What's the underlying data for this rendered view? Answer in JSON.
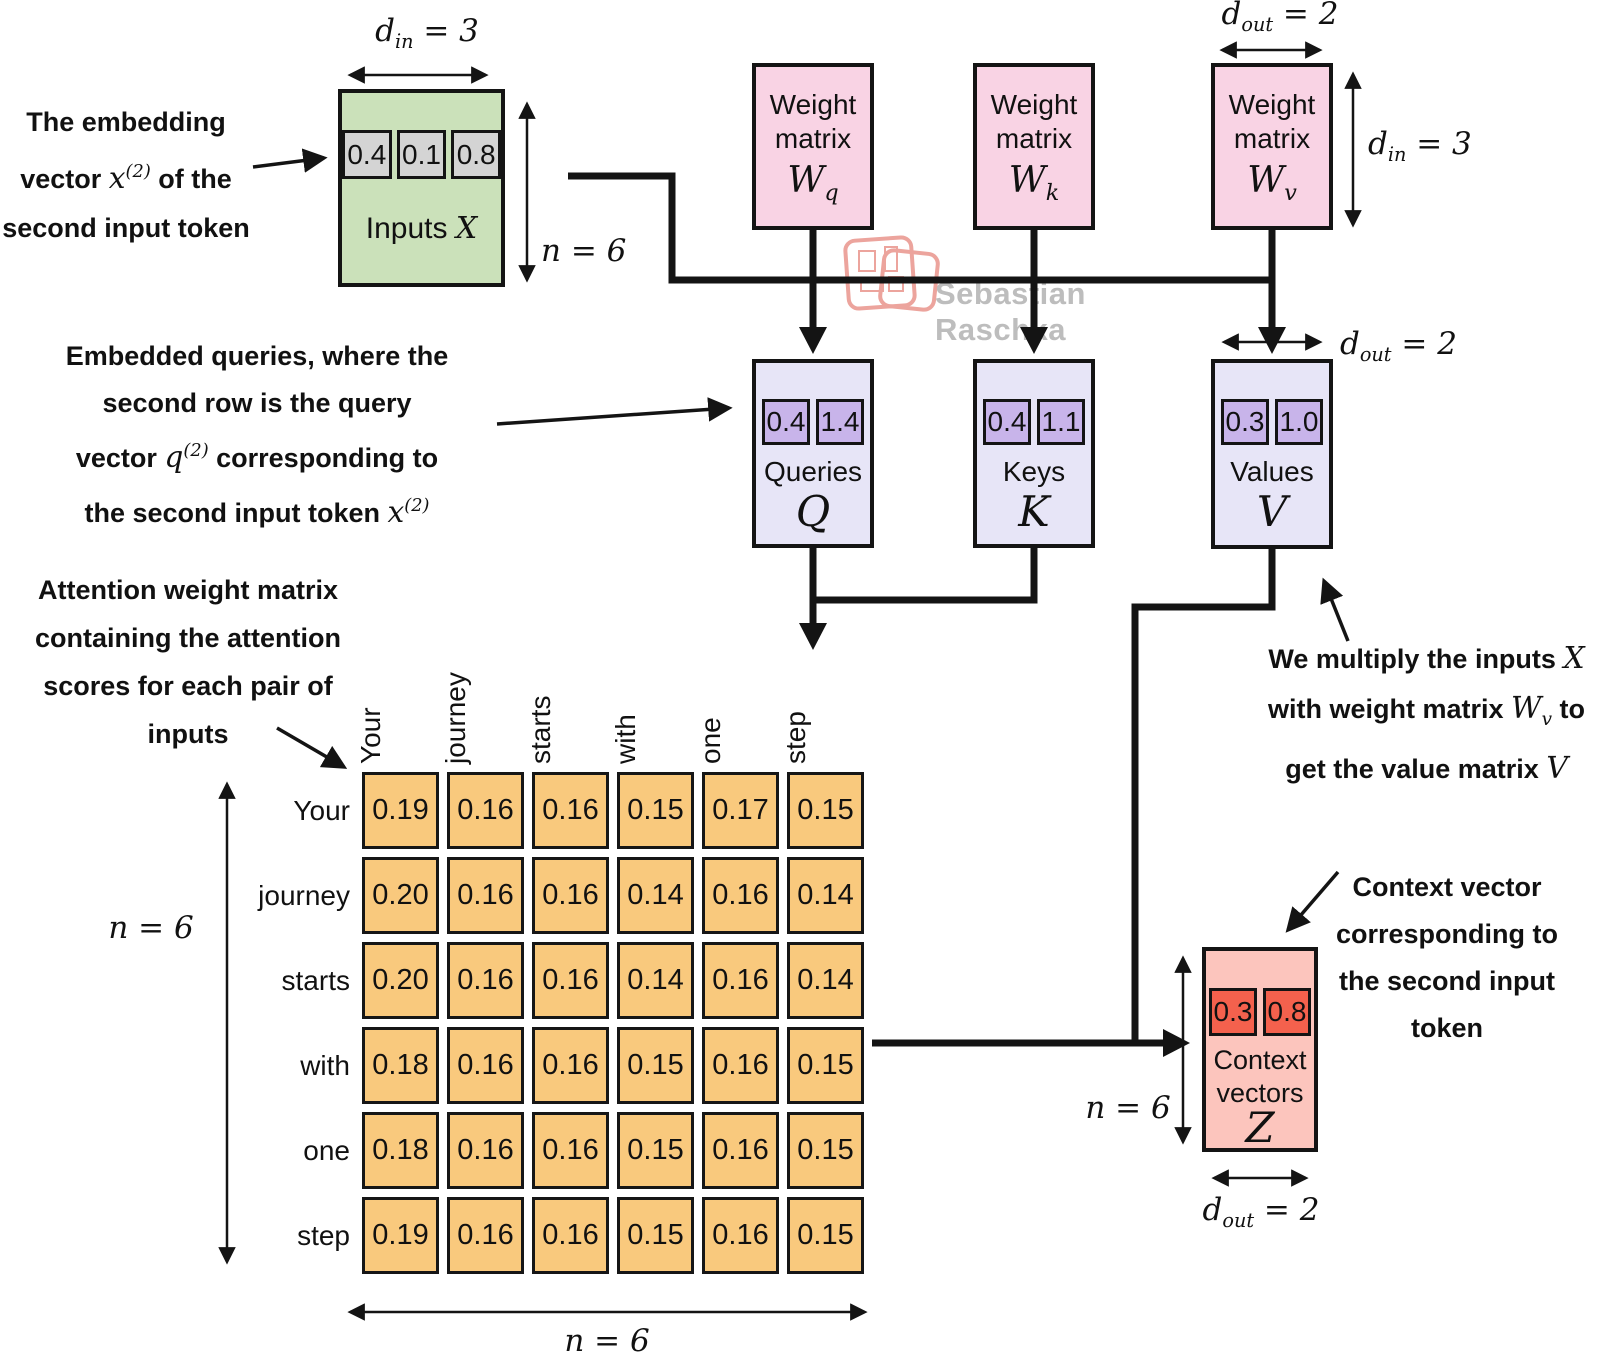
{
  "watermark": {
    "text": "Sebastian Raschka"
  },
  "inputs": {
    "title": [
      {
        "t": "Inputs "
      },
      {
        "i": "X"
      }
    ],
    "cells": [
      "0.4",
      "0.1",
      "0.8"
    ]
  },
  "weights": [
    {
      "line1": "Weight",
      "line2": "matrix",
      "sym": [
        {
          "i": "W",
          "sub": "q"
        }
      ]
    },
    {
      "line1": "Weight",
      "line2": "matrix",
      "sym": [
        {
          "i": "W",
          "sub": "k"
        }
      ]
    },
    {
      "line1": "Weight",
      "line2": "matrix",
      "sym": [
        {
          "i": "W",
          "sub": "v"
        }
      ]
    }
  ],
  "qkv": [
    {
      "cells": [
        "0.4",
        "1.4"
      ],
      "label": "Queries",
      "sym": [
        {
          "i": "Q"
        }
      ]
    },
    {
      "cells": [
        "0.4",
        "1.1"
      ],
      "label": "Keys",
      "sym": [
        {
          "i": "K"
        }
      ]
    },
    {
      "cells": [
        "0.3",
        "1.0"
      ],
      "label": "Values",
      "sym": [
        {
          "i": "V"
        }
      ]
    }
  ],
  "z_box": {
    "cells": [
      "0.3",
      "0.8"
    ],
    "label1": "Context",
    "label2": "vectors",
    "sym": [
      {
        "i": "Z"
      }
    ]
  },
  "dims": {
    "din_top": [
      {
        "i": "d",
        "sub": "in"
      },
      {
        "t": " = 3"
      }
    ],
    "n_inputs": [
      {
        "i": "n"
      },
      {
        "t": " = 6"
      }
    ],
    "dout_wv": [
      {
        "i": "d",
        "sub": "out"
      },
      {
        "t": " = 2"
      }
    ],
    "din_wv": [
      {
        "i": "d",
        "sub": "in"
      },
      {
        "t": " = 3"
      }
    ],
    "dout_v": [
      {
        "i": "d",
        "sub": "out"
      },
      {
        "t": " = 2"
      }
    ],
    "n_attn_left": [
      {
        "i": "n"
      },
      {
        "t": " = 6"
      }
    ],
    "n_attn_bottom": [
      {
        "i": "n"
      },
      {
        "t": " = 6"
      }
    ],
    "n_z": [
      {
        "i": "n"
      },
      {
        "t": " = 6"
      }
    ],
    "dout_z": [
      {
        "i": "d",
        "sub": "out"
      },
      {
        "t": " = 2"
      }
    ]
  },
  "annotations": {
    "embedding": {
      "lines": [
        [
          {
            "t": "The embedding"
          }
        ],
        [
          {
            "t": "vector "
          },
          {
            "i": "x",
            "sup": "(2)"
          },
          {
            "t": " of the"
          }
        ],
        [
          {
            "t": "second input token"
          }
        ]
      ]
    },
    "queries": {
      "lines": [
        [
          {
            "t": "Embedded queries, where the"
          }
        ],
        [
          {
            "t": "second row is the query"
          }
        ],
        [
          {
            "t": "vector "
          },
          {
            "i": "q",
            "sup": "(2)"
          },
          {
            "t": " corresponding to"
          }
        ],
        [
          {
            "t": "the second input token "
          },
          {
            "i": "x",
            "sup": "(2)"
          }
        ]
      ]
    },
    "attention": {
      "lines": [
        [
          {
            "t": "Attention weight matrix"
          }
        ],
        [
          {
            "t": "containing the attention"
          }
        ],
        [
          {
            "t": "scores for each pair of"
          }
        ],
        [
          {
            "t": "inputs"
          }
        ]
      ]
    },
    "multiply": {
      "lines": [
        [
          {
            "t": "We multiply the inputs "
          },
          {
            "i": "X"
          }
        ],
        [
          {
            "t": "with weight matrix "
          },
          {
            "i": "W",
            "sub": "v"
          },
          {
            "t": " to"
          }
        ],
        [
          {
            "t": "get the value matrix "
          },
          {
            "i": "V"
          }
        ]
      ]
    },
    "context": {
      "lines": [
        [
          {
            "t": "Context vector"
          }
        ],
        [
          {
            "t": "corresponding to"
          }
        ],
        [
          {
            "t": "the second input"
          }
        ],
        [
          {
            "t": "token"
          }
        ]
      ]
    }
  },
  "attention_matrix": {
    "col_labels": [
      "Your",
      "journey",
      "starts",
      "with",
      "one",
      "step"
    ],
    "rows": [
      {
        "label": "Your",
        "values": [
          "0.19",
          "0.16",
          "0.16",
          "0.15",
          "0.17",
          "0.15"
        ]
      },
      {
        "label": "journey",
        "values": [
          "0.20",
          "0.16",
          "0.16",
          "0.14",
          "0.16",
          "0.14"
        ]
      },
      {
        "label": "starts",
        "values": [
          "0.20",
          "0.16",
          "0.16",
          "0.14",
          "0.16",
          "0.14"
        ]
      },
      {
        "label": "with",
        "values": [
          "0.18",
          "0.16",
          "0.16",
          "0.15",
          "0.16",
          "0.15"
        ]
      },
      {
        "label": "one",
        "values": [
          "0.18",
          "0.16",
          "0.16",
          "0.15",
          "0.16",
          "0.15"
        ]
      },
      {
        "label": "step",
        "values": [
          "0.19",
          "0.16",
          "0.16",
          "0.15",
          "0.16",
          "0.15"
        ]
      }
    ]
  },
  "colors": {
    "inputs_bg": "#cbe1ba",
    "input_cell": "#d4d4d4",
    "weight_bg": "#f9d3e4",
    "qkv_bg": "#e7e5f7",
    "qkv_cell": "#c8b4ea",
    "attn_cell": "#f9c97d",
    "z_bg": "#fcc5bd",
    "z_cell": "#f4614d",
    "line": "#141414",
    "watermark": "#bdbdbd"
  }
}
